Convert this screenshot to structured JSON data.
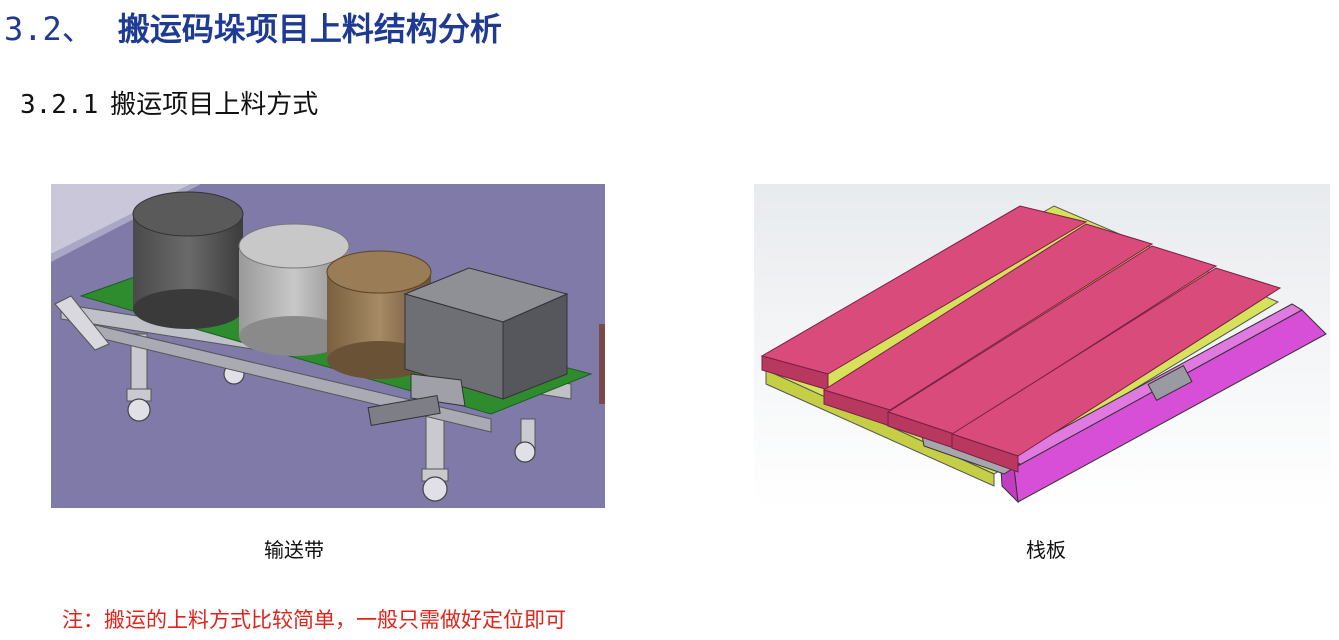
{
  "heading": {
    "number": "3.2、",
    "text": "搬运码垛项目上料结构分析"
  },
  "subheading": {
    "number": "3.2.1",
    "text": "搬运项目上料方式"
  },
  "figures": {
    "left_caption": "输送带",
    "right_caption": "栈板"
  },
  "note": "注：搬运的上料方式比较简单，一般只需做好定位即可",
  "colors": {
    "heading": "#1f3a93",
    "note": "#e0241b",
    "conveyor_bg": "#7f7aa8",
    "belt": "#2e8b2e",
    "pallet_top": "#d94b7a",
    "pallet_base": "#d6e35a",
    "pallet_rail": "#d64fd6"
  },
  "icons": [
    "conveyor-illustration",
    "pallet-illustration"
  ]
}
